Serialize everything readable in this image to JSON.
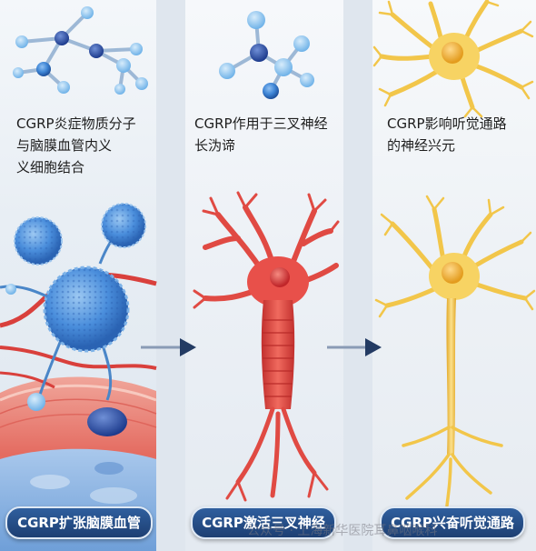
{
  "panels": [
    {
      "caption": "CGRP炎症物质分子\n与脑膜血管内义\n义细胞结合",
      "label": "CGRP扩张脑膜血管"
    },
    {
      "caption": "CGRP作用于三叉神经\n长沩谛",
      "label": "CGRP激活三叉神经"
    },
    {
      "caption": "CGRP影响听觉通路\n的神经兴元",
      "label": "CGRP兴奋听觉通路"
    }
  ],
  "watermark": "公众号 · 上海新华医院耳鼻咽喉科",
  "colors": {
    "vessel_red": "#e2504f",
    "cell_blue": "#3f86d6",
    "neuron_red": "#e84a45",
    "neuron_yellow": "#f5c94a",
    "arrow_navy": "#233b63",
    "pill_navy": "#1f4478"
  },
  "icons": [
    "molecule-icon",
    "arrow-right-icon",
    "neuron-icon",
    "cell-icon"
  ]
}
